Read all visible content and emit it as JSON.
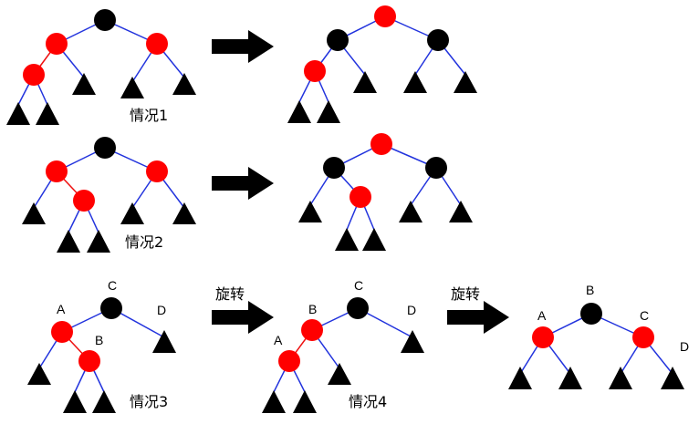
{
  "colors": {
    "red_node": "#ff0000",
    "black_node": "#000000",
    "edge_blue": "#2233dd",
    "edge_red": "#ee1111",
    "triangle": "#000000",
    "arrow": "#000000"
  },
  "case_labels": {
    "case1": "情况1",
    "case2": "情况2",
    "case3": "情况3",
    "case4": "情况4"
  },
  "arrow_labels": {
    "rotate1": "旋转",
    "rotate2": "旋转"
  },
  "node_labels": {
    "c3_A": "A",
    "c3_B": "B",
    "c3_C": "C",
    "c3_D": "D",
    "c4_A": "A",
    "c4_B": "B",
    "c4_C": "C",
    "c4_D": "D",
    "res_A": "A",
    "res_B": "B",
    "res_C": "C",
    "res_D": "D"
  }
}
